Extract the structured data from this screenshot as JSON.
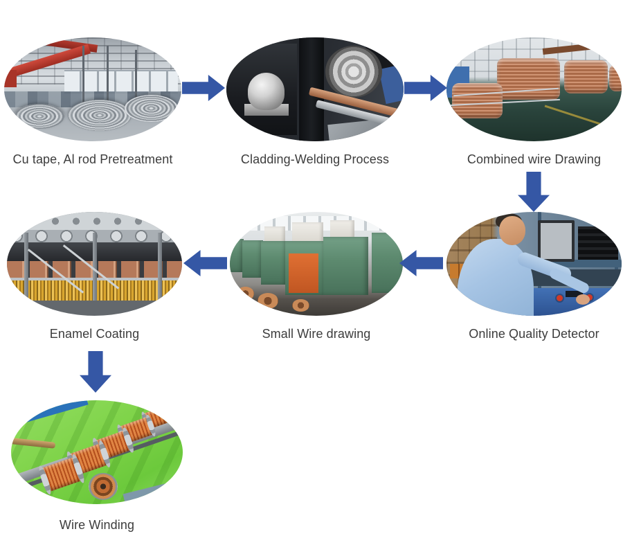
{
  "background": "#ffffff",
  "colors": {
    "arrow": "#3557A5",
    "label": "#3C3C3C"
  },
  "flow": {
    "steps": [
      {
        "label": "Cu tape, Al rod Pretreatment",
        "photo": "factory hall with red overhead crane and aluminum rod coils"
      },
      {
        "label": "Cladding-Welding Process",
        "photo": "close-up of cladding-welding machine rollers with copper strip"
      },
      {
        "label": "Combined wire Drawing",
        "photo": "workshop with large copper wire coils on green floor"
      },
      {
        "label": "Online Quality Detector",
        "photo": "operator in light blue shirt at quality-control console with monitor"
      },
      {
        "label": "Small Wire drawing",
        "photo": "row of green wire-drawing machines with orange panel"
      },
      {
        "label": "Enamel Coating",
        "photo": "enamel coating line with copper rollers and golden wires"
      },
      {
        "label": "Wire Winding",
        "photo": "copper wire spools on bright green winding machine"
      }
    ],
    "arrows": [
      {
        "icon": "arrow-right-icon",
        "from": "Cu tape, Al rod Pretreatment",
        "to": "Cladding-Welding Process"
      },
      {
        "icon": "arrow-right-icon",
        "from": "Cladding-Welding Process",
        "to": "Combined wire Drawing"
      },
      {
        "icon": "arrow-down-icon",
        "from": "Combined wire Drawing",
        "to": "Online Quality Detector"
      },
      {
        "icon": "arrow-left-icon",
        "from": "Online Quality Detector",
        "to": "Small Wire drawing"
      },
      {
        "icon": "arrow-left-icon",
        "from": "Small Wire drawing",
        "to": "Enamel Coating"
      },
      {
        "icon": "arrow-down-icon",
        "from": "Enamel Coating",
        "to": "Wire Winding"
      }
    ]
  }
}
